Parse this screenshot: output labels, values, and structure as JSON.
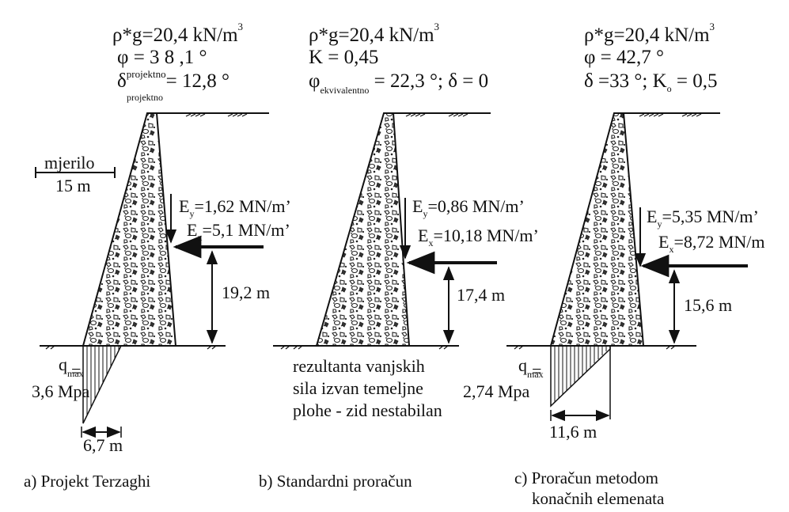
{
  "panels": [
    {
      "id": "a",
      "header": {
        "line1_main": "ρ*g=20,4 kN/m",
        "line1_sup": "3",
        "line2_main": "φ",
        "line2_tail": " = 3 8 ,1 °",
        "line3_main": "δ",
        "line3_sup": "projektno",
        "line3_tail": "= 12,8 °",
        "line3_sub": "projektno"
      },
      "scale_bar": {
        "label_top": "mjerilo",
        "label_bottom": "15 m"
      },
      "ey": {
        "E": "E",
        "sub": "y",
        "val": "=1,62 MN/m’"
      },
      "ex": {
        "E": "E",
        "sub": "x",
        "val": "=5,1 MN/m’"
      },
      "height": "19,2 m",
      "q": {
        "q": "q",
        "sub": "max",
        "eq": "=",
        "val": "3,6 Mpa"
      },
      "width": "6,7 m",
      "caption": "a) Projekt Terzaghi"
    },
    {
      "id": "b",
      "header": {
        "line1_main": "ρ*g=20,4 kN/m",
        "line1_sup": "3",
        "line2": "K =  0,45",
        "line3_main": "φ",
        "line3_sub": "ekvivalentno",
        "line3_tail": " = 22,3 °; δ = 0"
      },
      "ey": {
        "E": "E",
        "sub": "y",
        "val": "=0,86 MN/m’"
      },
      "ex": {
        "E": "E",
        "sub": "x",
        "val": "=10,18 MN/m’"
      },
      "height": "17,4 m",
      "note": [
        "rezultanta vanjskih",
        "sila izvan temeljne",
        "plohe - zid nestabilan"
      ],
      "caption": "b) Standardni proračun"
    },
    {
      "id": "c",
      "header": {
        "line1_main": "ρ*g=20,4 kN/m",
        "line1_sup": "3",
        "line2": "φ = 42,7 °",
        "line3_a": "δ =33 °; K",
        "line3_sub": "o",
        "line3_b": " = 0,5"
      },
      "ey": {
        "E": "E",
        "sub": "y",
        "val": "=5,35 MN/m’"
      },
      "ex": {
        "E": "E",
        "sub": "x",
        "val": "=8,72 MN/m"
      },
      "height": "15,6 m",
      "q": {
        "q": "q",
        "sub": "max",
        "eq": "=",
        "val": "2,74 Mpa"
      },
      "width": "11,6 m",
      "caption": [
        "c) Proračun metodom",
        "konačnih elemenata"
      ]
    }
  ]
}
